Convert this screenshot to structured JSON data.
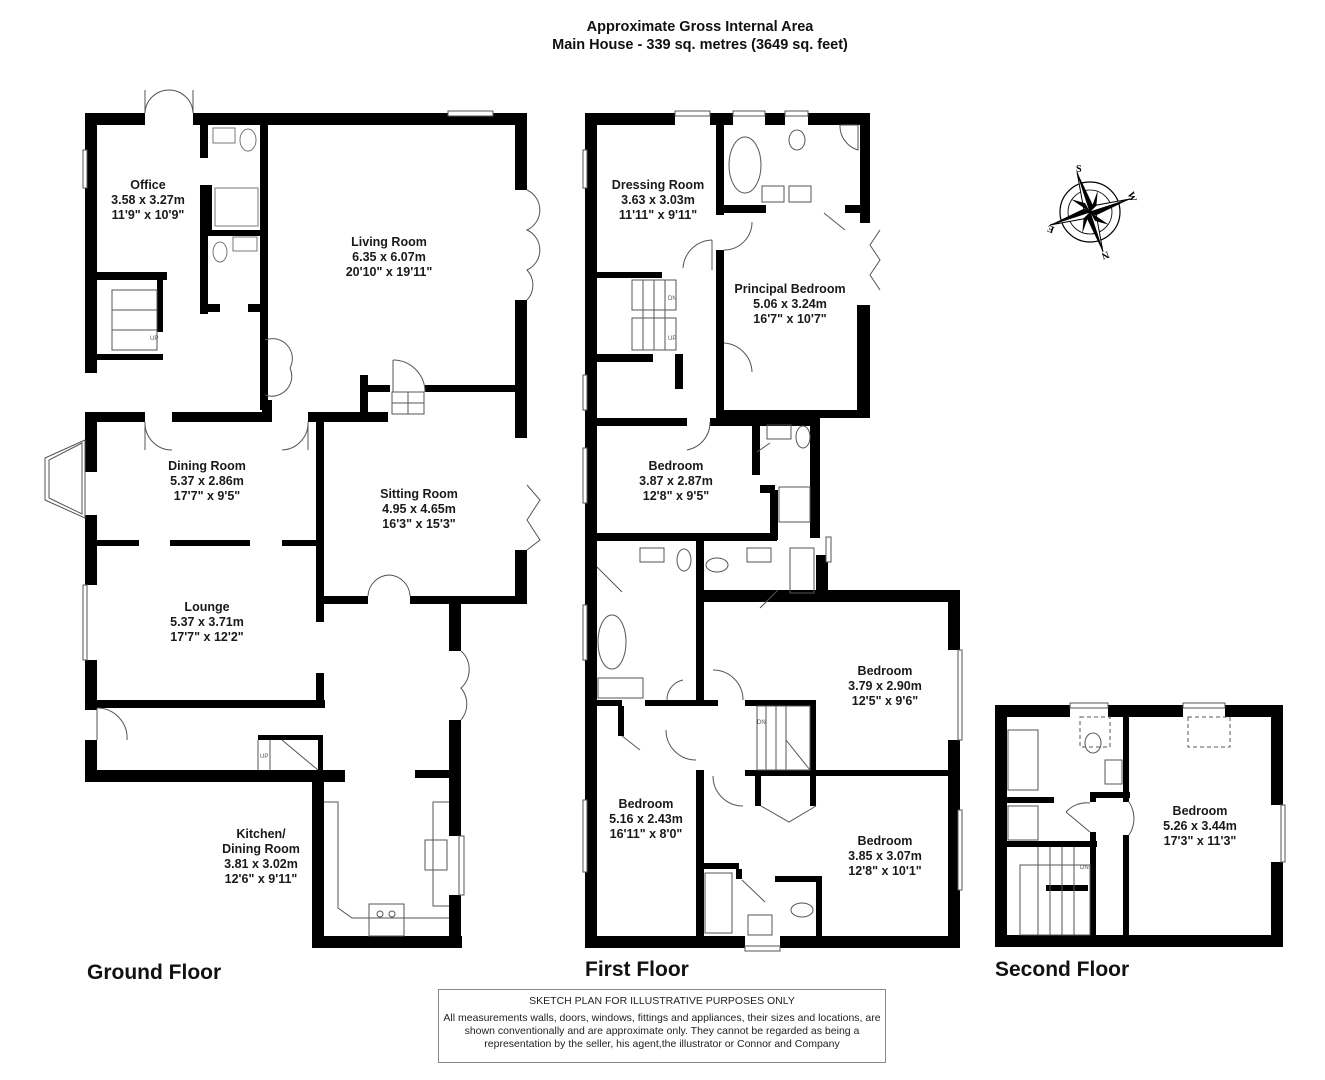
{
  "header": {
    "line1": "Approximate Gross Internal Area",
    "line2": "Main House - 339 sq. metres (3649 sq. feet)"
  },
  "floors": {
    "ground": {
      "label": "Ground Floor",
      "rooms": [
        {
          "name": "Office",
          "metric": "3.58 x 3.27m",
          "imperial": "11'9\" x 10'9\""
        },
        {
          "name": "Living Room",
          "metric": "6.35 x 6.07m",
          "imperial": "20'10\" x 19'11\""
        },
        {
          "name": "Dining Room",
          "metric": "5.37 x 2.86m",
          "imperial": "17'7\" x 9'5\""
        },
        {
          "name": "Sitting Room",
          "metric": "4.95 x 4.65m",
          "imperial": "16'3\" x 15'3\""
        },
        {
          "name": "Lounge",
          "metric": "5.37 x 3.71m",
          "imperial": "17'7\" x 12'2\""
        },
        {
          "name": "Kitchen/",
          "name2": "Dining Room",
          "metric": "3.81 x 3.02m",
          "imperial": "12'6\" x 9'11\""
        }
      ],
      "stair_labels": [
        "UP",
        "UP"
      ]
    },
    "first": {
      "label": "First Floor",
      "rooms": [
        {
          "name": "Dressing Room",
          "metric": "3.63 x 3.03m",
          "imperial": "11'11\" x 9'11\""
        },
        {
          "name": "Principal Bedroom",
          "metric": "5.06 x 3.24m",
          "imperial": "16'7\" x 10'7\""
        },
        {
          "name": "Bedroom",
          "metric": "3.87 x 2.87m",
          "imperial": "12'8\" x 9'5\""
        },
        {
          "name": "Bedroom",
          "metric": "3.79 x 2.90m",
          "imperial": "12'5\" x 9'6\""
        },
        {
          "name": "Bedroom",
          "metric": "5.16 x 2.43m",
          "imperial": "16'11\" x 8'0\""
        },
        {
          "name": "Bedroom",
          "metric": "3.85 x 3.07m",
          "imperial": "12'8\" x 10'1\""
        }
      ],
      "stair_labels": [
        "DN",
        "UP",
        "DN"
      ]
    },
    "second": {
      "label": "Second Floor",
      "rooms": [
        {
          "name": "Bedroom",
          "metric": "5.26 x 3.44m",
          "imperial": "17'3\" x 11'3\""
        }
      ],
      "stair_labels": [
        "DN"
      ]
    }
  },
  "compass": {
    "icon": "compass-rose-icon",
    "points": {
      "n": "N",
      "s": "S",
      "e": "E",
      "w": "W"
    }
  },
  "disclaimer": {
    "heading": "SKETCH PLAN FOR ILLUSTRATIVE PURPOSES ONLY",
    "body": "All measurements walls, doors, windows, fittings and appliances, their sizes and locations, are shown conventionally and are approximate only. They cannot be regarded as being a representation by the seller, his agent,the illustrator or Connor and Company"
  },
  "colors": {
    "wall": "#000000",
    "fixture": "#8a8a8a",
    "background": "#ffffff",
    "text": "#111111"
  }
}
